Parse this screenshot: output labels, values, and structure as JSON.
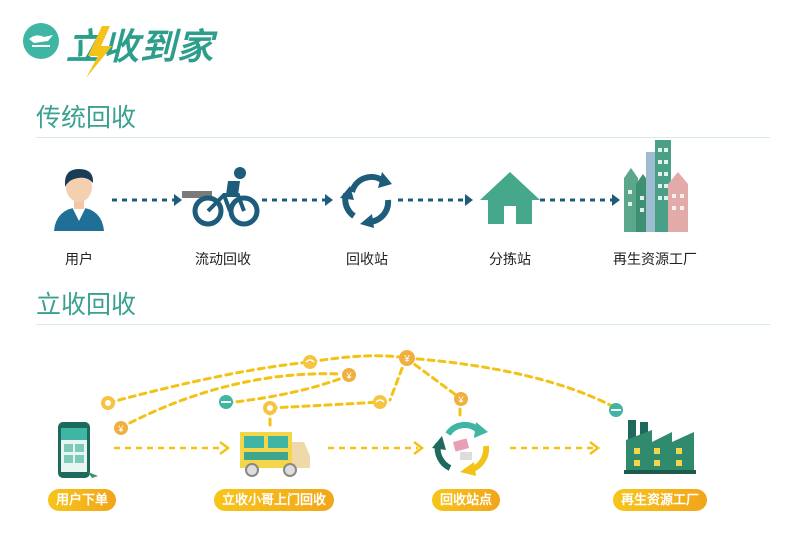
{
  "brand": {
    "name": "立收到家"
  },
  "traditional": {
    "title": "传统回收",
    "steps": [
      {
        "label": "用户",
        "icon": "user-avatar-icon"
      },
      {
        "label": "流动回收",
        "icon": "cyclist-icon"
      },
      {
        "label": "回收站",
        "icon": "recycle-arrows-icon"
      },
      {
        "label": "分拣站",
        "icon": "house-icon"
      },
      {
        "label": "再生资源工厂",
        "icon": "city-buildings-icon"
      }
    ]
  },
  "lishou": {
    "title": "立收回收",
    "steps": [
      {
        "label": "用户下单",
        "icon": "phone-app-icon"
      },
      {
        "label": "立收小哥上门回收",
        "icon": "delivery-van-icon"
      },
      {
        "label": "回收站点",
        "icon": "recycle-station-icon"
      },
      {
        "label": "再生资源工厂",
        "icon": "factory-icon"
      }
    ]
  },
  "colors": {
    "teal": "#3aa191",
    "navy": "#1d5c7a",
    "yellow": "#f2c316",
    "pill_start": "#f7c51b",
    "pill_end": "#f2a51a"
  }
}
